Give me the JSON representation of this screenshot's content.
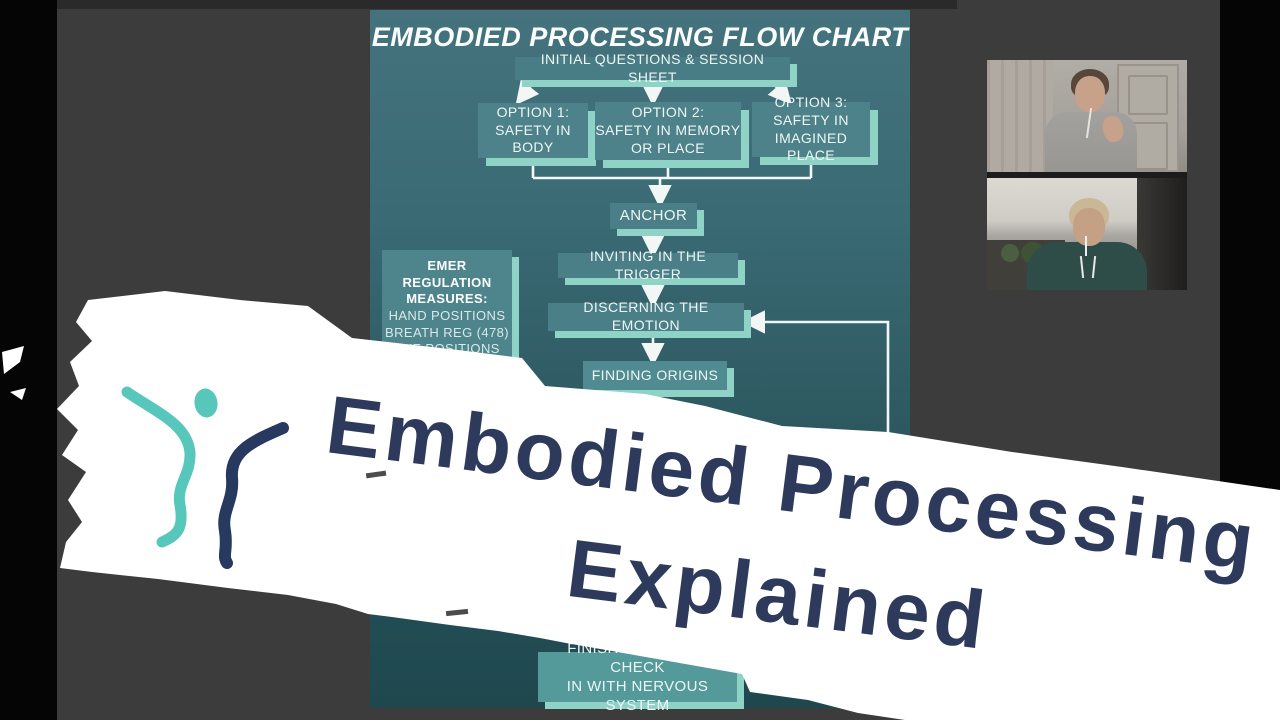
{
  "flowchart": {
    "title": "EMBODIED PROCESSING FLOW CHART",
    "initial": "INITIAL QUESTIONS & SESSION SHEET",
    "option1": {
      "l1": "OPTION 1:",
      "l2": "SAFETY IN BODY"
    },
    "option2": {
      "l1": "OPTION 2:",
      "l2": "SAFETY IN MEMORY",
      "l3": "OR PLACE"
    },
    "option3": {
      "l1": "OPTION 3:",
      "l2": "SAFETY IN",
      "l3": "IMAGINED PLACE"
    },
    "anchor": "ANCHOR",
    "inviting": "INVITING IN THE TRIGGER",
    "discerning": "DISCERNING THE EMOTION",
    "finding": "FINDING ORIGINS",
    "emer": {
      "t1": "EMER REGULATION",
      "t2": "MEASURES:",
      "i1": "HAND POSITIONS",
      "i2": "BREATH REG (478)",
      "i3": "EYE POSITIONS"
    },
    "finish": {
      "l1": "FINISH SESSION & CHECK",
      "l2": "IN WITH NERVOUS SYSTEM"
    }
  },
  "overlay": {
    "headline1": "Embodied Processing",
    "headline2": "Explained"
  },
  "colors": {
    "chart_teal": "#3a6a74",
    "node_shadow_mint": "#8fd2c6",
    "headline_navy": "#2e3a5c",
    "logo_teal": "#57c7bb",
    "logo_navy": "#27395f",
    "brush_white": "#ffffff"
  }
}
